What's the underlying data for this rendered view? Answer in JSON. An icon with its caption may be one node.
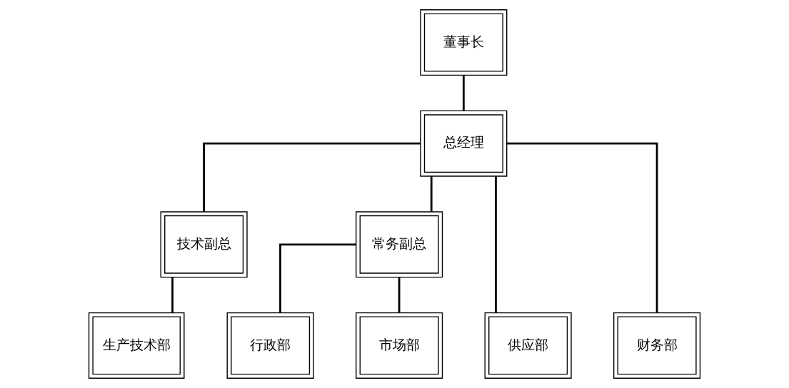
{
  "diagram": {
    "nodes": [
      {
        "text": [
          "董事长"
        ]
      },
      {
        "text": [
          "总经理"
        ]
      },
      {
        "text": [
          "技术副总"
        ]
      },
      {
        "text": [
          "常务副总"
        ]
      },
      {
        "text": [
          "供应部"
        ]
      },
      {
        "text": [
          "生产技术部"
        ]
      },
      {
        "text": [
          "行政部"
        ]
      },
      {
        "text": [
          "市场部"
        ]
      },
      {
        "text": [
          "财务部"
        ]
      }
    ],
    "edges": [
      {
        "from": 0,
        "to": 1,
        "arrow": "none"
      },
      {
        "from": 1,
        "to": 4,
        "arrow": "none"
      },
      {
        "from": 1,
        "to": 2,
        "arrow": "none"
      },
      {
        "from": 1,
        "to": 3,
        "arrow": "none"
      },
      {
        "from": 1,
        "to": 8,
        "arrow": "none"
      },
      {
        "from": 2,
        "to": 5,
        "arrow": "none"
      },
      {
        "from": 3,
        "to": 6,
        "arrow": "none"
      },
      {
        "from": 3,
        "to": 7,
        "arrow": "none"
      }
    ]
  }
}
